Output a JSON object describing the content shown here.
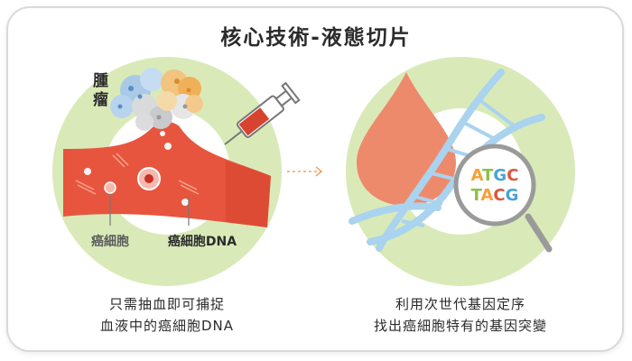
{
  "title": "核心技術-液態切片",
  "left_panel": {
    "tumor_label_line1": "腫",
    "tumor_label_line2": "瘤",
    "cell_label": "癌細胞",
    "dna_label": "癌細胞DNA",
    "caption_line1": "只需抽血即可捕捉",
    "caption_line2": "血液中的癌細胞DNA"
  },
  "right_panel": {
    "magnifier_line1": "ATGC",
    "magnifier_line2": "TACG",
    "caption_line1": "利用次世代基因定序",
    "caption_line2": "找出癌細胞特有的基因突變"
  },
  "colors": {
    "circle_bg": "#d9eab8",
    "vessel": "#e8553e",
    "vessel_dark": "#d6432e",
    "drop": "#ee8a6c",
    "dna": "#a9d3ee",
    "arrow": "#f0a36a",
    "letter_orange": "#f5a03c",
    "letter_green": "#8cc04a",
    "letter_blue": "#4aa3d8",
    "letter_red": "#e0533e"
  }
}
